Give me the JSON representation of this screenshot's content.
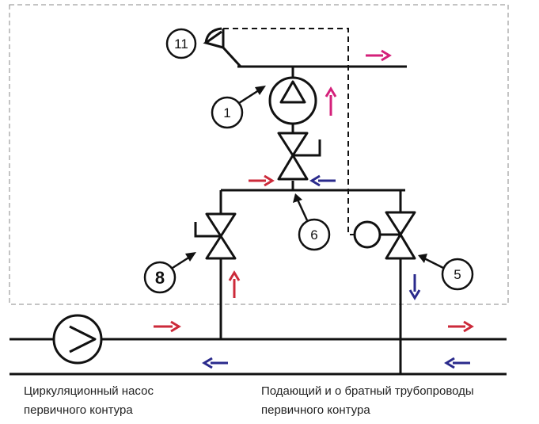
{
  "labels": {
    "pump_1": "1",
    "mixer_5": "5",
    "node_6": "6",
    "valve_8": "8",
    "sensor_11": "11"
  },
  "captions": {
    "pump_line1": "Циркуляционный насос",
    "pump_line2": "первичного контура",
    "pipes_line1": "Подающий и о братный трубопроводы",
    "pipes_line2": "первичного контура"
  },
  "colors": {
    "line": "#111111",
    "dashed_frame": "#888888",
    "supply_arrow": "#cc2a3a",
    "return_arrow": "#2a2a8c",
    "upper_flow_arrow": "#d4207a"
  }
}
